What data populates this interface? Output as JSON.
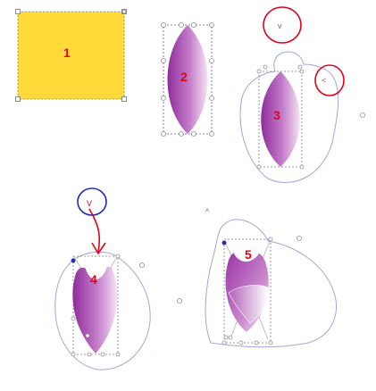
{
  "colors": {
    "yellow": "#ffdb3a",
    "petal_dark": "#9b3aa6",
    "petal_light": "#f3def3",
    "label": "#e0001b",
    "selection": "#808080",
    "blue_selection": "#4a55b5",
    "path": "#9c9ad8",
    "red_mark": "#e0001b",
    "blue_mark": "#1f2fb5"
  },
  "panels": [
    {
      "id": "panel-1",
      "label": "1",
      "object": "yellow rectangle"
    },
    {
      "id": "panel-2",
      "label": "2",
      "object": "petal"
    },
    {
      "id": "panel-3",
      "label": "3",
      "object": "petal with clip path"
    },
    {
      "id": "panel-4",
      "label": "4",
      "object": "petal with cut"
    },
    {
      "id": "panel-5",
      "label": "5",
      "object": "petal with fold"
    }
  ],
  "marks": {
    "angle_glyph": "v",
    "small_angle": "<",
    "tiny_angle": "^",
    "blue_angle": "V"
  }
}
